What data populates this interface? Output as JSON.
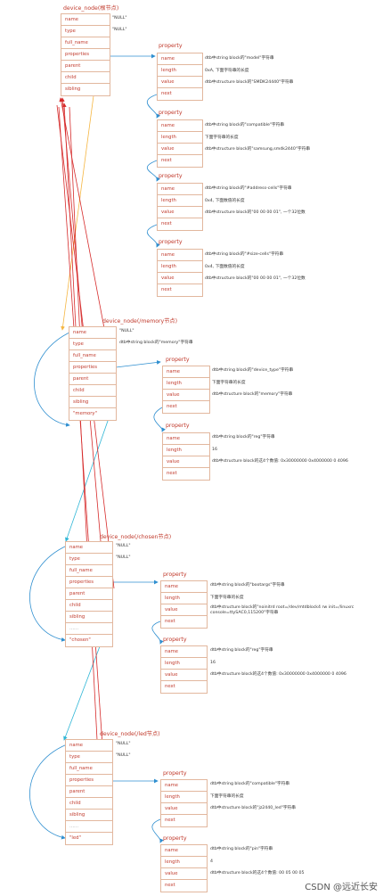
{
  "nodes": [
    {
      "title": "device_node(根节点)",
      "rows": [
        "name",
        "type",
        "full_name",
        "properties",
        "parent",
        "child",
        "sibling"
      ],
      "name_value": "\"NULL\"",
      "type_value": "\"NULL\"",
      "type_note": "",
      "properties": [
        {
          "label": "property",
          "name_note": "dtb中string block的\"model\"字符串",
          "length_note": "0xA, 下面字符串的长度",
          "value_note": "dtb中structure block的\"SMDK24440\"字符串"
        },
        {
          "label": "property",
          "name_note": "dtb中string block的\"compatible\"字符串",
          "length_note": "下面字符串的长度",
          "value_note": "dtb中structure block的\"samsung,smdk2440\"字符串"
        },
        {
          "label": "property",
          "name_note": "dtb中string block的\"#address-cells\"字符串",
          "length_note": "0x4, 下面数值的长度",
          "value_note": "dtb中structure block的\"00 00 00 01\", 一个32位数"
        },
        {
          "label": "property",
          "name_note": "dtb中string block的\"#size-cells\"字符串",
          "length_note": "0x4, 下面数值的长度",
          "value_note": "dtb中structure block的\"00 00 00 01\", 一个32位数"
        }
      ]
    },
    {
      "title": "device_node(/memory节点)",
      "rows": [
        "name",
        "type",
        "full_name",
        "properties",
        "parent",
        "child",
        "sibling",
        "\"memory\""
      ],
      "name_value": "\"NULL\"",
      "type_value": "",
      "type_note": "dtb中string block的\"memory\"字符串",
      "properties": [
        {
          "label": "property",
          "name_note": "dtb中string block的\"device_type\"字符串",
          "length_note": "下面字符串的长度",
          "value_note": "dtb中structure block的\"memory\"字符串"
        },
        {
          "label": "property",
          "name_note": "dtb中string block的\"reg\"字符串",
          "length_note": "16",
          "value_note": "dtb中structure block的这4个数值: 0x30000000 0x4000000 0 4096"
        }
      ]
    },
    {
      "title": "device_node(/chosen节点)",
      "rows": [
        "name",
        "type",
        "full_name",
        "properties",
        "parent",
        "child",
        "sibling",
        "......",
        "\"chosen\""
      ],
      "name_value": "\"NULL\"",
      "type_value": "\"NULL\"",
      "type_note": "",
      "properties": [
        {
          "label": "property",
          "name_note": "dtb中string block的\"bootargs\"字符串",
          "length_note": "下面字符串的长度",
          "value_note": "dtb中structure block的\"noinitrd root=/dev/mtdblock4 rw init=/linuxrc console=ttySAC0,115200\"字符串"
        },
        {
          "label": "property",
          "name_note": "dtb中string block的\"reg\"字符串",
          "length_note": "16",
          "value_note": "dtb中structure block的这4个数值: 0x30000000 0x4000000 0 4096"
        }
      ]
    },
    {
      "title": "device_node(/led节点)",
      "rows": [
        "name",
        "type",
        "full_name",
        "properties",
        "parent",
        "child",
        "sibling",
        "......",
        "\"led\""
      ],
      "name_value": "\"NULL\"",
      "type_value": "\"NULL\"",
      "type_note": "",
      "properties": [
        {
          "label": "property",
          "name_note": "dtb中string block的\"compatible\"字符串",
          "length_note": "下面字符串的长度",
          "value_note": "dtb中structure block的\"jz2440_led\"字符串"
        },
        {
          "label": "property",
          "name_note": "dtb中string block的\"pin\"字符串",
          "length_note": "4",
          "value_note": "dtb中structure block的这4个数值: 00 05 00 05"
        }
      ]
    }
  ],
  "property_rows": [
    "name",
    "length",
    "value",
    "next"
  ],
  "watermark": "CSDN @远近长安",
  "colors": {
    "frame": "#e2b79e",
    "label": "#c0392b",
    "red_arrow": "#d62b2b",
    "blue_arrow": "#2f8fd0",
    "orange_arrow": "#f5b642",
    "cyan_arrow": "#2fb6d6"
  }
}
